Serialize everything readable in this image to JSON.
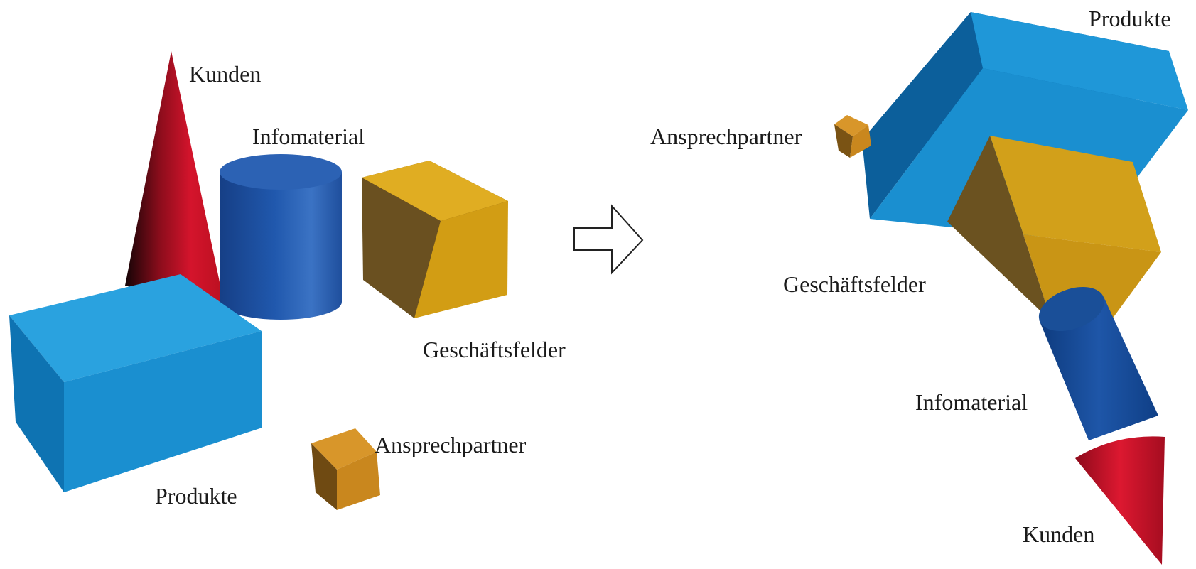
{
  "left": {
    "kunden": "Kunden",
    "infomaterial": "Infomaterial",
    "geschaeftsfelder": "Geschäftsfelder",
    "ansprechpartner": "Ansprechpartner",
    "produkte": "Produkte"
  },
  "right": {
    "produkte": "Produkte",
    "ansprechpartner": "Ansprechpartner",
    "geschaeftsfelder": "Geschäftsfelder",
    "infomaterial": "Infomaterial",
    "kunden": "Kunden"
  },
  "colors": {
    "light_blue": "#1a8fd0",
    "dark_blue": "#1f55a8",
    "gold": "#d29d14",
    "red": "#d4142c",
    "bronze": "#c9871e"
  }
}
